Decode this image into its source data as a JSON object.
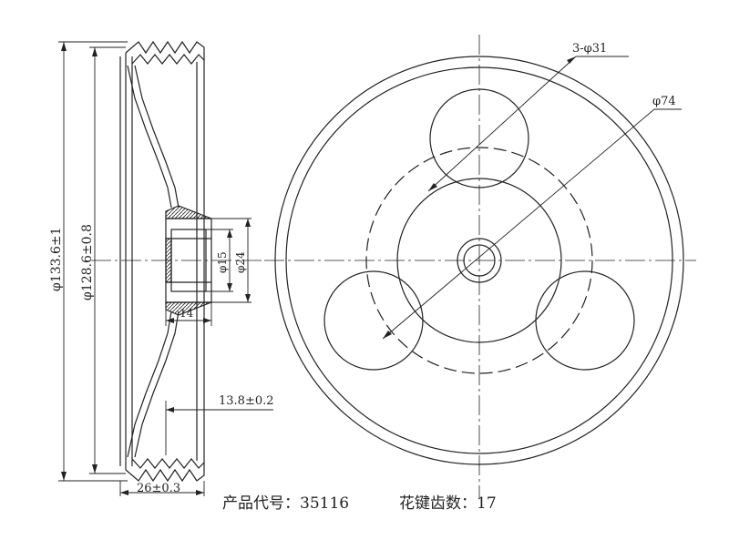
{
  "dimensions": {
    "outer_diameter": "φ133.6±1",
    "groove_diameter": "φ128.6±0.8",
    "bore_diameter": "φ15",
    "hub_diameter": "φ24",
    "hub_length": "14",
    "groove_offset": "13.8±0.2",
    "belt_width": "26±0.3",
    "holes_spec": "3-φ31",
    "hole_circle": "φ74"
  },
  "caption": {
    "product_code_label": "产品代号：",
    "product_code_value": "35116",
    "spline_count_label": "花键齿数：",
    "spline_count_value": "17"
  },
  "colors": {
    "line": "#222222",
    "hub_fill": "#ffffff"
  }
}
